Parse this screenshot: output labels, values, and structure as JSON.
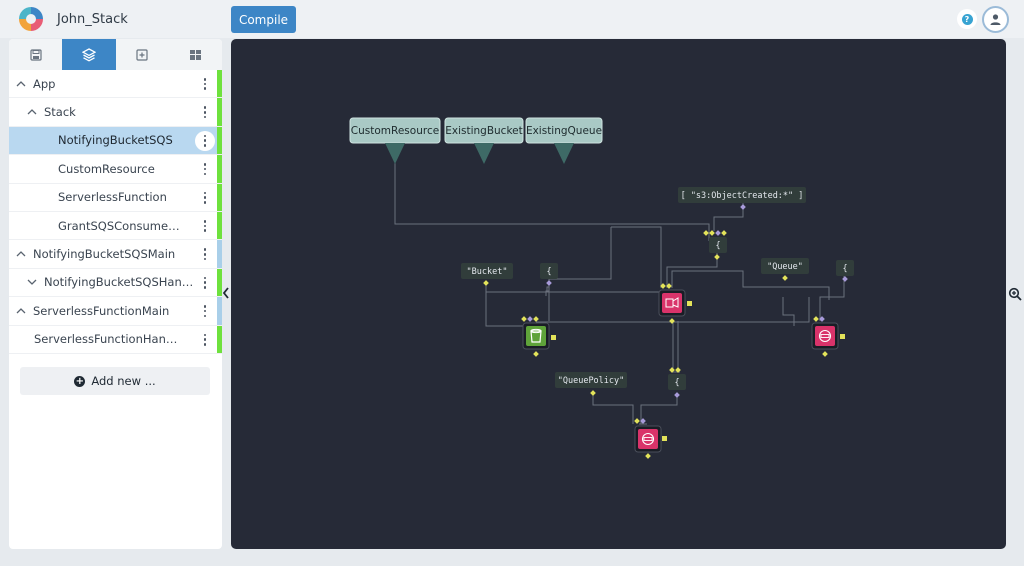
{
  "header": {
    "username": "John_Stack",
    "compile_label": "Compile",
    "help_icon": "help-icon",
    "avatar_icon": "user-icon"
  },
  "sidebar": {
    "tabs": [
      {
        "name": "tab-save",
        "icon": "save-icon",
        "active": false
      },
      {
        "name": "tab-layers",
        "icon": "layers-icon",
        "active": true
      },
      {
        "name": "tab-add",
        "icon": "plus-square-icon",
        "active": false
      },
      {
        "name": "tab-grid",
        "icon": "grid-icon",
        "active": false
      }
    ],
    "tree": [
      {
        "label": "App",
        "depth": 0,
        "chevron": "up",
        "selected": false,
        "bar": "#6ee13d"
      },
      {
        "label": "Stack",
        "depth": 1,
        "chevron": "up",
        "selected": false,
        "bar": "#6ee13d"
      },
      {
        "label": "NotifyingBucketSQS",
        "depth": 2,
        "chevron": "none",
        "selected": true,
        "bar": "#6ee13d"
      },
      {
        "label": "CustomResource",
        "depth": 2,
        "chevron": "none",
        "selected": false,
        "bar": "#6ee13d"
      },
      {
        "label": "ServerlessFunction",
        "depth": 2,
        "chevron": "none",
        "selected": false,
        "bar": "#6ee13d"
      },
      {
        "label": "GrantSQSConsumeMessa…",
        "depth": 2,
        "chevron": "none",
        "selected": false,
        "bar": "#6ee13d"
      },
      {
        "label": "NotifyingBucketSQSMain",
        "depth": 0,
        "chevron": "up",
        "selected": false,
        "bar": "#a9cfe9"
      },
      {
        "label": "NotifyingBucketSQSHandler",
        "depth": 1,
        "chevron": "down",
        "selected": false,
        "bar": "#6ee13d"
      },
      {
        "label": "ServerlessFunctionMain",
        "depth": 0,
        "chevron": "up",
        "selected": false,
        "bar": "#a9cfe9"
      },
      {
        "label": "ServerlessFunctionHandler",
        "depth": 1,
        "chevron": "none",
        "selected": false,
        "bar": "#6ee13d"
      }
    ],
    "add_new_label": "Add new ..."
  },
  "canvas": {
    "inputs": [
      {
        "label": "CustomResource"
      },
      {
        "label": "ExistingBucket"
      },
      {
        "label": "ExistingQueue"
      }
    ],
    "tags": [
      {
        "text": "[ \"s3:ObjectCreated:*\" ]"
      },
      {
        "text": "{"
      },
      {
        "text": "\"Bucket\""
      },
      {
        "text": "{"
      },
      {
        "text": "\"Queue\""
      },
      {
        "text": "{"
      },
      {
        "text": "\"QueuePolicy\""
      },
      {
        "text": "{"
      }
    ],
    "nodes": [
      {
        "icon": "s3-bucket-icon",
        "color": "#5fa33a"
      },
      {
        "icon": "s3-notification-icon",
        "color": "#d9336a"
      },
      {
        "icon": "sqs-queue-icon",
        "color": "#d9336a"
      },
      {
        "icon": "sqs-queue-policy-icon",
        "color": "#d9336a"
      }
    ],
    "colors": {
      "background": "#262a37",
      "input_box": "#a9c9c5",
      "wire": "#6b717d",
      "port_yellow": "#e3e35a",
      "port_purple": "#a79ad9"
    }
  }
}
